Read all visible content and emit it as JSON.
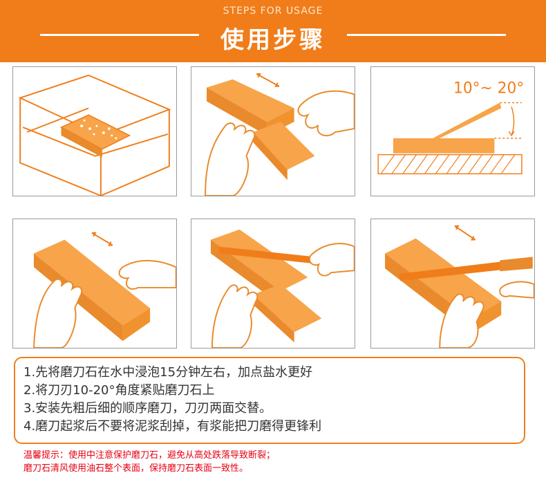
{
  "header": {
    "subtitle": "STEPS FOR USAGE",
    "title": "使用步骤",
    "background_color": "#f07d1a"
  },
  "steps": [
    {
      "illustration": "stone-soaking-in-water-tank"
    },
    {
      "illustration": "hands-placing-stone-on-base"
    },
    {
      "illustration": "knife-angle-diagram",
      "angle_label": "10°~ 20°"
    },
    {
      "illustration": "hands-holding-stone"
    },
    {
      "illustration": "knife-on-stone-sharpening"
    },
    {
      "illustration": "knife-flat-on-stone"
    }
  ],
  "instructions": [
    "1.先将磨刀石在水中浸泡15分钟左右，加点盐水更好",
    "2.将刀刃10-20°角度紧贴磨刀石上",
    "3.安装先粗后细的顺序磨刀，刀刃两面交替。",
    "4.磨刀起浆后不要将泥浆刮掉，有浆能把刀磨得更锋利"
  ],
  "tips": [
    "温馨提示：使用中注意保护磨刀石，避免从高处跌落导致断裂；",
    "磨刀石清风使用油石整个表面，保持磨刀石表面一致性。"
  ],
  "colors": {
    "accent": "#f07d1a",
    "stone": "#f7a44a",
    "tip_text": "#e60012"
  }
}
